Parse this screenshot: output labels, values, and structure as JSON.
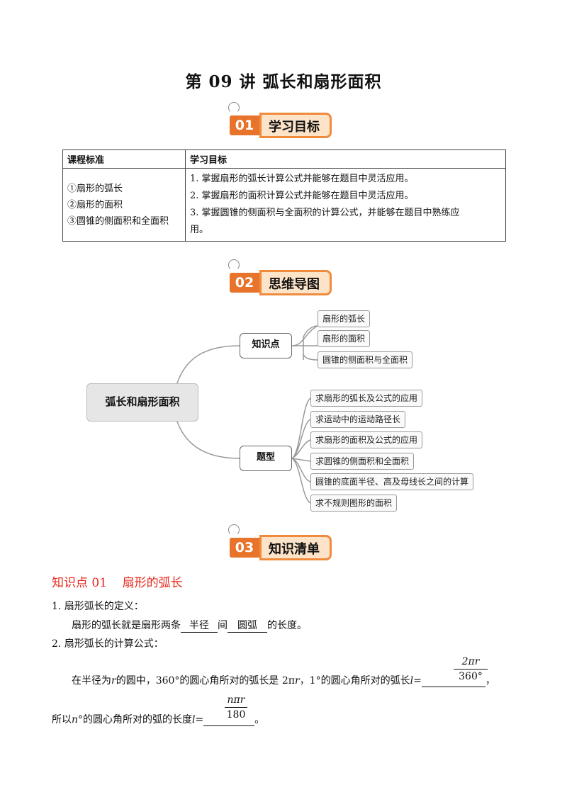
{
  "title": "第 09 讲  弧长和扇形面积",
  "sections": [
    {
      "num": "01",
      "label": "学习目标"
    },
    {
      "num": "02",
      "label": "思维导图"
    },
    {
      "num": "03",
      "label": "知识清单"
    }
  ],
  "table": {
    "headers": [
      "课程标准",
      "学习目标"
    ],
    "standards": [
      "①扇形的弧长",
      "②扇形的面积",
      "③圆锥的侧面积和全面积"
    ],
    "goals": [
      "1. 掌握扇形的弧长计算公式并能够在题目中灵活应用。",
      "2. 掌握扇形的面积计算公式并能够在题目中灵活应用。",
      "3. 掌握圆锥的侧面积与全面积的计算公式，并能够在题目中熟练应",
      "用。"
    ]
  },
  "mindmap": {
    "root": "弧长和扇形面积",
    "branches": [
      {
        "label": "知识点",
        "children": [
          "扇形的弧长",
          "扇形的面积",
          "圆锥的侧面积与全面积"
        ]
      },
      {
        "label": "题型",
        "children": [
          "求扇形的弧长及公式的应用",
          "求运动中的运动路径长",
          "求扇形的面积及公式的应用",
          "求圆锥的侧面积和全面积",
          "圆锥的底面半径、高及母线长之间的计算",
          "求不规则图形的面积"
        ]
      }
    ]
  },
  "knowledge": {
    "heading": "知识点 01    扇形的弧长",
    "item1_title": "1. 扇形弧长的定义：",
    "item1_pre": "扇形的弧长就是扇形两条",
    "item1_blank1": "半径",
    "item1_mid": "间",
    "item1_blank2": "圆弧",
    "item1_post": "的长度。",
    "item2_title": "2. 扇形弧长的计算公式：",
    "line3_a": "在半径为",
    "line3_r": "r",
    "line3_b": "的圆中，360°的圆心角所对的弧长是 2π",
    "line3_c": "，1°的圆心角所对的弧长",
    "line3_l": "l",
    "line3_d": "=",
    "frac1_num": "2πr",
    "frac1_den": "360°",
    "line3_end": "，",
    "line4_a": "所以",
    "line4_n": "n",
    "line4_b": "°的圆心角所对的弧的长度",
    "line4_l": "l",
    "line4_c": "=",
    "frac2_num": "nπr",
    "frac2_den": "180",
    "line4_end": "。"
  }
}
